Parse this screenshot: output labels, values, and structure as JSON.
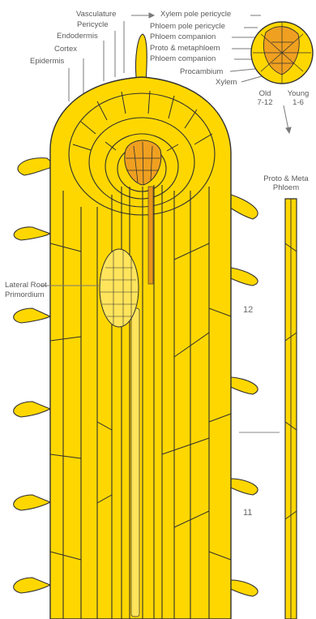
{
  "labels": {
    "vasculature": "Vasculature",
    "pericycle": "Pericycle",
    "endodermis": "Endodermis",
    "cortex": "Cortex",
    "epidermis": "Epidermis",
    "xylem_pole_pericycle": "Xylem pole pericycle",
    "phloem_pole_pericycle": "Phloem pole pericycle",
    "phloem_companion_1": "Phloem companion",
    "proto_metaphloem": "Proto & metaphloem",
    "phloem_companion_2": "Phloem companion",
    "procambium": "Procambium",
    "xylem": "Xylem",
    "old": "Old",
    "old_range": "7-12",
    "young": "Young",
    "young_range": "1-6",
    "proto_meta_line1": "Proto & Meta",
    "proto_meta_line2": "Phloem",
    "lateral_root_line1": "Lateral Root",
    "lateral_root_line2": "Primordium",
    "zone_12": "12",
    "zone_11": "11"
  },
  "colors": {
    "tissue": "#FFD700",
    "tissue_light": "#FFE45C",
    "vascular": "#F0A020",
    "xylem": "#E8951A",
    "outline": "#2f2f2f",
    "label": "#5a5a5a"
  }
}
